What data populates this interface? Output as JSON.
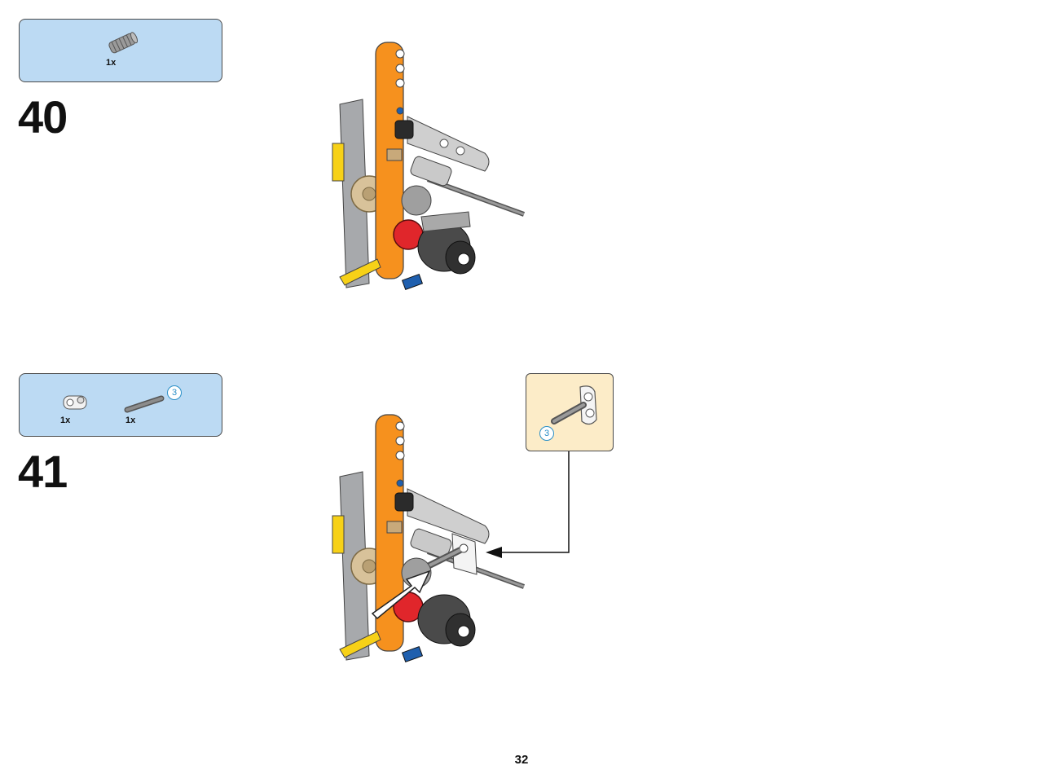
{
  "steps": [
    {
      "number": "40",
      "parts": [
        {
          "name": "worm-gear",
          "color": "#9a9a9a",
          "quantity": "1x"
        }
      ]
    },
    {
      "number": "41",
      "parts": [
        {
          "name": "cross-block",
          "color": "#f2f2f2",
          "quantity": "1x"
        },
        {
          "name": "axle",
          "color": "#8c8c8c",
          "quantity": "1x",
          "length": "3"
        }
      ],
      "callout": {
        "part": "axle-in-cross-block",
        "length": "3"
      }
    }
  ],
  "colors": {
    "parts_box": "#bcdaf3",
    "callout_box": "#fcecc8",
    "beam_orange": "#f6911e",
    "gear_tan": "#d8c29a",
    "gear_red": "#e0262b",
    "pin_yellow": "#f7d117",
    "pin_blue": "#1f5fae",
    "frame_grey": "#a7a9ac",
    "length_badge": "#2a8fc7"
  },
  "page": {
    "number": "32"
  }
}
